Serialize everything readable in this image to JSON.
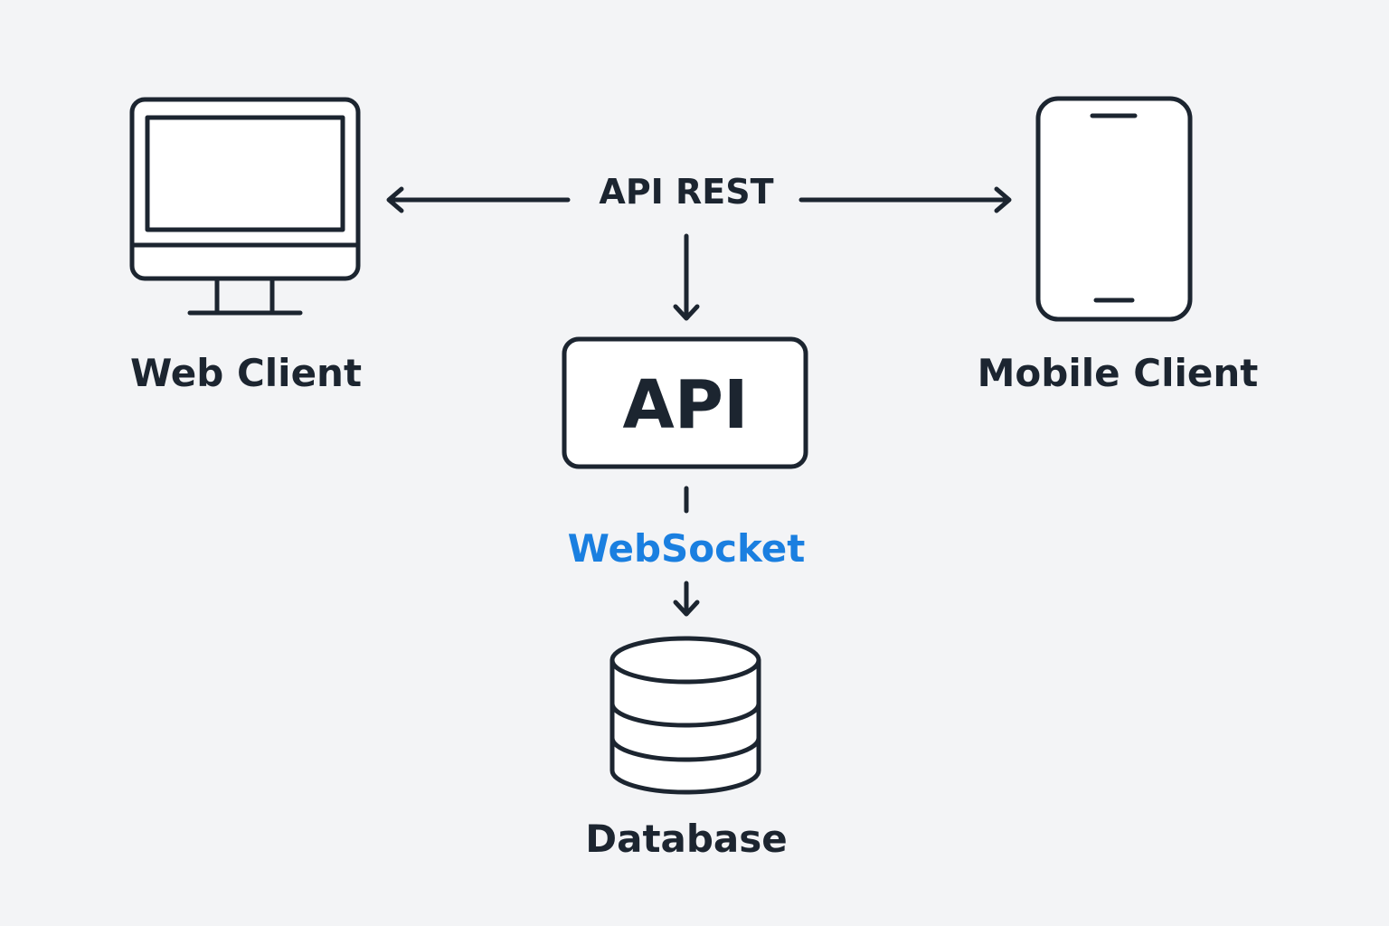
{
  "diagram": {
    "rest_label": "API REST",
    "api_label": "API",
    "websocket_label": "WebSocket",
    "web_client_label": "Web Client",
    "mobile_client_label": "Mobile Client",
    "database_label": "Database"
  },
  "colors": {
    "background": "#f3f4f6",
    "stroke": "#1c2530",
    "accent": "#1a7fe0"
  },
  "icons": {
    "web_client": "desktop-monitor-icon",
    "mobile_client": "smartphone-icon",
    "database": "database-cylinder-icon"
  }
}
